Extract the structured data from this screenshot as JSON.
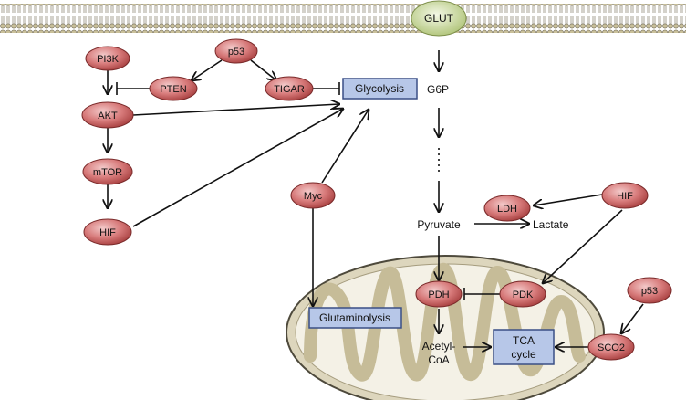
{
  "membrane": {
    "transporter": "GLUT"
  },
  "nodes": {
    "pi3k": "PI3K",
    "p53_top": "p53",
    "pten": "PTEN",
    "tigar": "TIGAR",
    "akt": "AKT",
    "mtor": "mTOR",
    "hif_left": "HIF",
    "myc": "Myc",
    "ldh": "LDH",
    "hif_right": "HIF",
    "pdh": "PDH",
    "pdk": "PDK",
    "p53_right": "p53",
    "sco2": "SCO2"
  },
  "boxes": {
    "glycolysis": "Glycolysis",
    "glutaminolysis": "Glutaminolysis",
    "tca_line1": "TCA",
    "tca_line2": "cycle"
  },
  "metabolites": {
    "g6p": "G6P",
    "pyruvate": "Pyruvate",
    "lactate": "Lactate",
    "acetyl_line1": "Acetyl-",
    "acetyl_line2": "CoA"
  },
  "colors": {
    "node_fill": "#c85a5a",
    "box_fill": "#b7c7e8",
    "box_stroke": "#3a4f86",
    "glut_fill": "#d8e6b3",
    "mito_fill": "#e7e0c9",
    "mito_stroke": "#5a5a4a"
  }
}
